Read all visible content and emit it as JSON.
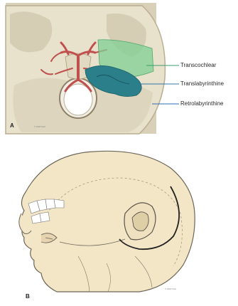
{
  "panel_a": {
    "label": "A",
    "callouts": [
      {
        "name": "transcochlear",
        "text": "Transcochlear",
        "color": "#3aa06a"
      },
      {
        "name": "translabyrinthine",
        "text": "Translabyrinthine",
        "color": "#2f78a8"
      },
      {
        "name": "retrolabyrinthine",
        "text": "Retrolabyrinthine",
        "color": "#2f6fb5"
      }
    ],
    "signature": "© 2017 Fell"
  },
  "panel_b": {
    "label": "B",
    "signature": "© 2017 Fell"
  },
  "colors": {
    "bone": "#e6dfc9",
    "bone_shadow": "#c9bfa3",
    "artery": "#c0504d",
    "transcochlear_zone": "#7fcf94",
    "translabyrinthine_zone": "#2a7f8a",
    "skin": "#f3e6c6"
  }
}
